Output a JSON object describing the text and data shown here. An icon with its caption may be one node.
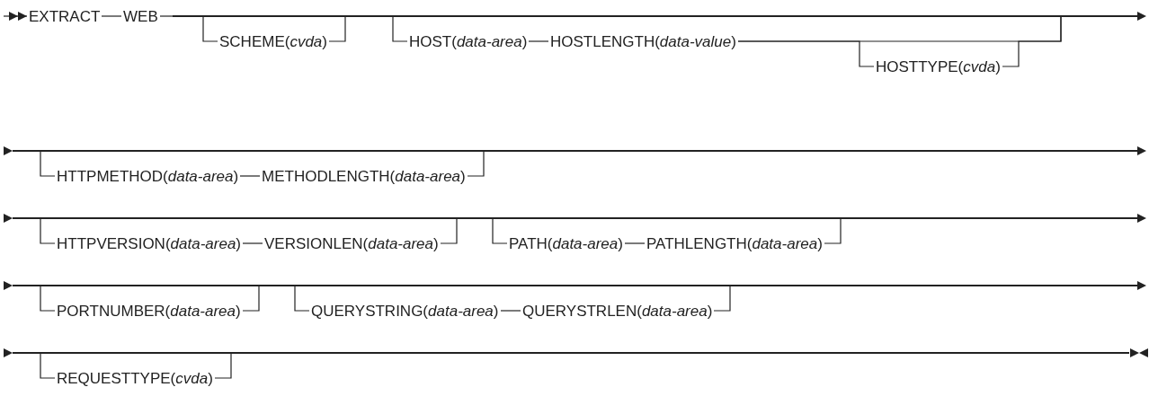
{
  "diagram": {
    "nodes": [
      {
        "text": [
          "EXTRACT"
        ]
      },
      {
        "text": [
          "WEB"
        ]
      },
      {
        "text": [
          "SCHEME(*cvda*)"
        ]
      },
      {
        "text": [
          "HOST(*data-area*)"
        ]
      },
      {
        "text": [
          "HOSTLENGTH(*data-value*)"
        ]
      },
      {
        "text": [
          "HOSTTYPE(*cvda*)"
        ]
      },
      {
        "text": [
          "HTTPMETHOD(*data-area*)"
        ]
      },
      {
        "text": [
          "METHODLENGTH(*data-area*)"
        ]
      },
      {
        "text": [
          "HTTPVERSION(*data-area*)"
        ]
      },
      {
        "text": [
          "VERSIONLEN(*data-area*)"
        ]
      },
      {
        "text": [
          "PATH(*data-area*)"
        ]
      },
      {
        "text": [
          "PATHLENGTH(*data-area*)"
        ]
      },
      {
        "text": [
          "PORTNUMBER(*data-area*)"
        ]
      },
      {
        "text": [
          "QUERYSTRING(*data-area*)"
        ]
      },
      {
        "text": [
          "QUERYSTRLEN(*data-area*)"
        ]
      },
      {
        "text": [
          "REQUESTTYPE(*cvda*)"
        ]
      },
      {
        "text": [],
        "shape": "bar"
      },
      {
        "text": [],
        "shape": "bar"
      },
      {
        "text": [],
        "shape": "bar"
      },
      {
        "text": [],
        "shape": "bar"
      },
      {
        "text": [],
        "shape": "bar"
      }
    ],
    "edges": [
      {
        "from": null,
        "to": 0,
        "arrow": "to"
      },
      {
        "from": 0,
        "to": 1,
        "arrow": "none"
      },
      {
        "from": 1,
        "to": 16,
        "arrow": "none"
      },
      {
        "from": 16,
        "to": 2,
        "arrow": "none"
      },
      {
        "from": 2,
        "to": 16,
        "arrow": "none"
      },
      {
        "from": 16,
        "to": 3,
        "arrow": "none"
      },
      {
        "from": 3,
        "to": 4,
        "arrow": "none"
      },
      {
        "from": 4,
        "to": 16,
        "arrow": "none"
      },
      {
        "from": 4,
        "to": 5,
        "arrow": "none"
      },
      {
        "from": 5,
        "to": 16,
        "arrow": "none"
      },
      {
        "from": 17,
        "to": 6,
        "arrow": "none"
      },
      {
        "from": 6,
        "to": 7,
        "arrow": "none"
      },
      {
        "from": 7,
        "to": 17,
        "arrow": "none"
      },
      {
        "from": 18,
        "to": 8,
        "arrow": "none"
      },
      {
        "from": 8,
        "to": 9,
        "arrow": "none"
      },
      {
        "from": 9,
        "to": 18,
        "arrow": "none"
      },
      {
        "from": 18,
        "to": 10,
        "arrow": "none"
      },
      {
        "from": 10,
        "to": 11,
        "arrow": "none"
      },
      {
        "from": 11,
        "to": 18,
        "arrow": "none"
      },
      {
        "from": 19,
        "to": 12,
        "arrow": "none"
      },
      {
        "from": 12,
        "to": 19,
        "arrow": "none"
      },
      {
        "from": 19,
        "to": 13,
        "arrow": "none"
      },
      {
        "from": 13,
        "to": 14,
        "arrow": "none"
      },
      {
        "from": 14,
        "to": 19,
        "arrow": "none"
      },
      {
        "from": 20,
        "to": 15,
        "arrow": "none"
      },
      {
        "from": 15,
        "to": 20,
        "arrow": "none"
      }
    ]
  }
}
